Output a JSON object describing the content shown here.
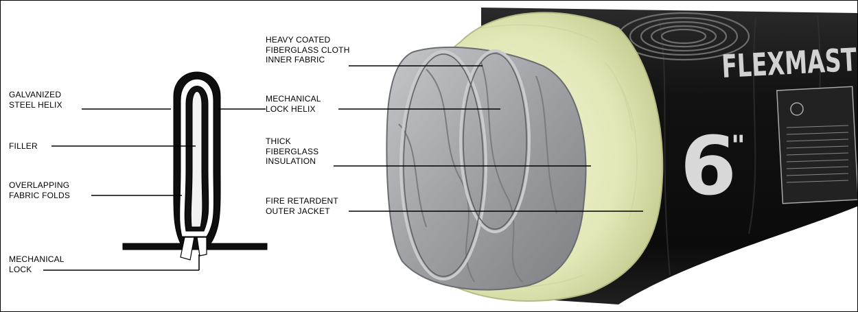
{
  "labels": {
    "galvanized_helix": "GALVANIZED\nSTEEL HELIX",
    "filler": "FILLER",
    "overlapping_folds": "OVERLAPPING\nFABRIC FOLDS",
    "mechanical_lock": "MECHANICAL\nLOCK",
    "inner_fabric": "HEAVY COATED\nFIBERGLASS CLOTH\nINNER FABRIC",
    "lock_helix": "MECHANICAL\nLOCK HELIX",
    "insulation": "THICK\nFIBERGLASS\nINSULATION",
    "outer_jacket": "FIRE RETARDENT\nOUTER JACKET"
  },
  "jacket": {
    "brand": "FLEXMASTER",
    "size": "6",
    "size_mark": "\""
  },
  "colors": {
    "jacket": "#141414",
    "insulation": "#e4e8bc",
    "inner_fabric": "#a9abae",
    "steel": "#8e9092",
    "print": "#d8d8d8"
  }
}
